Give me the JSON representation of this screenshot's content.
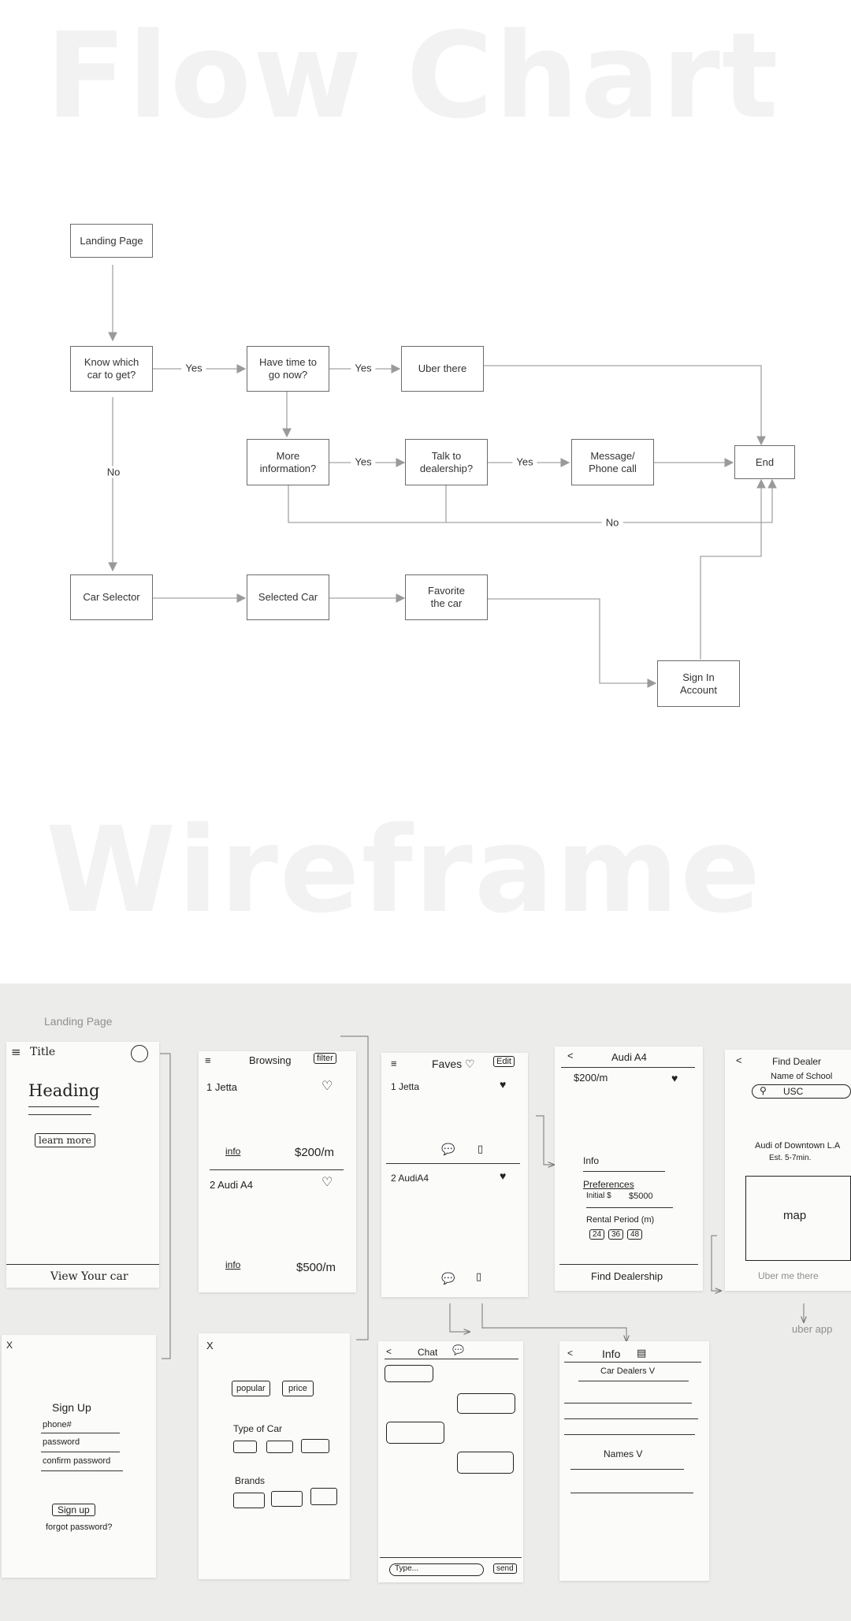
{
  "headings": {
    "flow": "Flow Chart",
    "wireframe": "Wireframe"
  },
  "flowchart": {
    "nodes": {
      "landing": "Landing Page",
      "know": "Know which\ncar to get?",
      "time": "Have time to\ngo now?",
      "uber": "Uber there",
      "more": "More\ninformation?",
      "talk": "Talk to\ndealership?",
      "msg": "Message/\nPhone call",
      "end": "End",
      "selector": "Car Selector",
      "selected": "Selected Car",
      "fav": "Favorite\nthe car",
      "signin": "Sign In\nAccount"
    },
    "edges": {
      "know_time": "Yes",
      "time_uber": "Yes",
      "know_selector": "No",
      "more_talk": "Yes",
      "talk_msg": "Yes",
      "back_no": "No"
    }
  },
  "wireframe": {
    "annotations": {
      "landing": "Landing Page",
      "uber_app": "uber app"
    },
    "landing": {
      "menu": "≡",
      "title": "Title",
      "heading": "Heading",
      "learn_more": "learn more",
      "cta": "View Your car"
    },
    "browsing": {
      "menu": "≡",
      "title": "Browsing",
      "filter": "filter",
      "car1_name": "1  Jetta",
      "car1_info": "info",
      "car1_price": "$200/m",
      "car2_name": "2 Audi A4",
      "car2_info": "info",
      "car2_price": "$500/m"
    },
    "faves": {
      "menu": "≡",
      "title": "Faves ♡",
      "edit": "Edit",
      "car1_name": "1  Jetta",
      "car2_name": "2  AudiA4"
    },
    "detail": {
      "back": "<",
      "title": "Audi A4",
      "price": "$200/m",
      "info": "Info",
      "preferences": "Preferences",
      "initial": "Initial $",
      "initial_value": "$5000",
      "rental": "Rental Period (m)",
      "opt1": "24",
      "opt2": "36",
      "opt3": "48",
      "cta": "Find Dealership"
    },
    "dealer": {
      "back": "<",
      "title": "Find Dealer",
      "school": "Name of School",
      "search": "USC",
      "dealer_name": "Audi of Downtown L.A",
      "est": "Est. 5-7min.",
      "map": "map",
      "cta": "Uber me there"
    },
    "signup": {
      "close": "X",
      "title": "Sign Up",
      "phone": "phone#",
      "password": "password",
      "confirm": "confirm password",
      "button": "Sign up",
      "forgot": "forgot password?"
    },
    "filter": {
      "close": "X",
      "popular": "popular",
      "price": "price",
      "type": "Type of Car",
      "brands": "Brands"
    },
    "chat": {
      "back": "<",
      "title": "Chat",
      "placeholder": "Type...",
      "send": "send"
    },
    "info": {
      "back": "<",
      "title": "Info",
      "dealers": "Car Dealers V",
      "names": "Names V"
    }
  }
}
